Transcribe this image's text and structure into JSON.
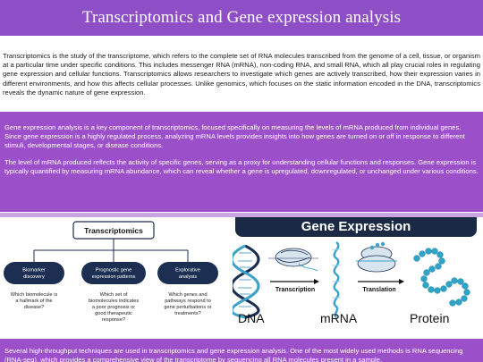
{
  "header": {
    "title": "Transcriptomics and Gene expression analysis"
  },
  "intro": {
    "text": "Transcriptomics is the study of the transcriptome, which refers to the complete set of RNA molecules transcribed from the genome of a cell, tissue, or organism at a particular time under specific conditions. This includes messenger RNA (mRNA), non-coding RNA, and small RNA, which all play crucial roles in regulating gene expression and cellular functions. Transcriptomics allows researchers to investigate which genes are actively transcribed, how their expression varies in different environments, and how this affects cellular processes. Unlike genomics, which focuses on the static information encoded in the DNA, transcriptomics reveals the dynamic nature of gene expression."
  },
  "panel": {
    "p1": "Gene expression analysis is a key component of transcriptomics, focused specifically on measuring the levels of mRNA produced from individual genes. Since gene expression is a highly regulated process, analyzing mRNA levels provides insights into how genes are turned on or off in response to different stimuli, developmental stages, or disease conditions.",
    "p2": "The level of mRNA produced reflects the activity of specific genes, serving as a proxy for understanding cellular functions and responses. Gene expression is typically quantified by measuring mRNA abundance, which can reveal whether a gene is upregulated, downregulated, or unchanged under various conditions."
  },
  "figure_left": {
    "root": "Transcriptomics",
    "nodes": [
      {
        "label": [
          "Biomarker",
          "discovery"
        ],
        "question": [
          "Which biomolecule is",
          "a hallmark of the",
          "disease?"
        ]
      },
      {
        "label": [
          "Prognostic gene",
          "expression patterns"
        ],
        "question": [
          "Which set of",
          "biomolecules indicates",
          "a poor prognosis or",
          "good therapeutic",
          "response?"
        ]
      },
      {
        "label": [
          "Explorative",
          "analysis"
        ],
        "question": [
          "Which genes and",
          "pathways respond to",
          "gene perturbations or",
          "treatments?"
        ]
      }
    ]
  },
  "figure_right": {
    "banner": "Gene Expression",
    "step1": "Transcription",
    "step2": "Translation",
    "labels": [
      "DNA",
      "mRNA",
      "Protein"
    ],
    "colors": {
      "banner": "#1b2a44",
      "dna": "#1c2f52",
      "dna_accent": "#3fa2c9",
      "mrna": "#39a3cf",
      "protein": "#2fa4c7"
    }
  },
  "bottom": {
    "text": "Several high-throughput techniques are used in transcriptomics and gene expression analysis. One of the most widely used methods is RNA sequencing (RNA-seq), which provides a comprehensive view of the transcriptome by sequencing all RNA molecules present in a sample."
  },
  "colors": {
    "title_bg": "#8e4fc6",
    "panel_bg": "#9b4fc8",
    "node_bg": "#1c2f52"
  }
}
